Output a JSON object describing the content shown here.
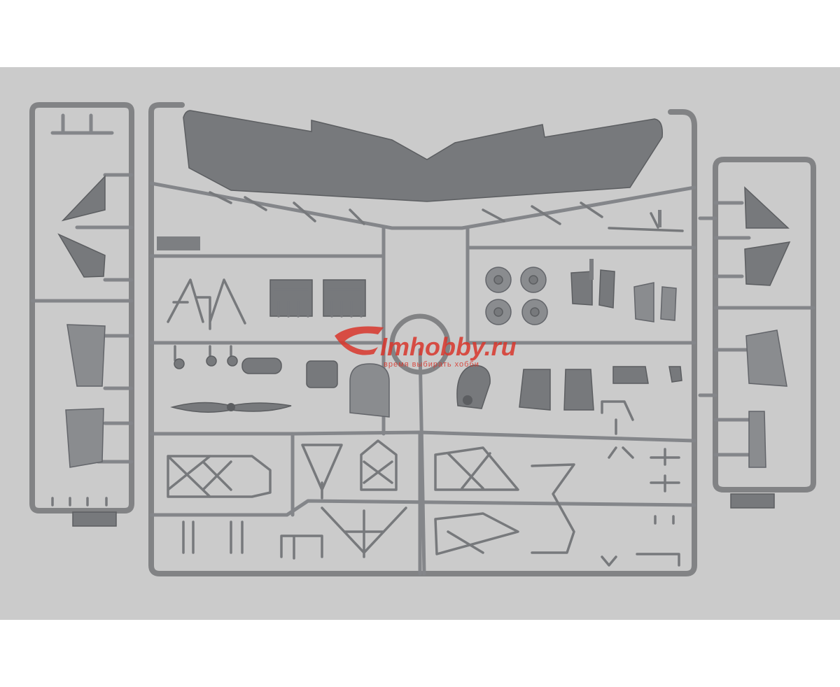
{
  "photo": {
    "subject": "plastic model kit sprue",
    "colors": {
      "backdrop": "#cbcbcb",
      "border": "#ffffff",
      "plastic": "#7d7f82",
      "plastic_dark": "#5c5e61",
      "watermark_red": "#d9362c"
    }
  },
  "watermark": {
    "brand": "Imhobby.ru",
    "tagline": "время выбирать хобби",
    "logo": "car-swoosh-logo"
  }
}
